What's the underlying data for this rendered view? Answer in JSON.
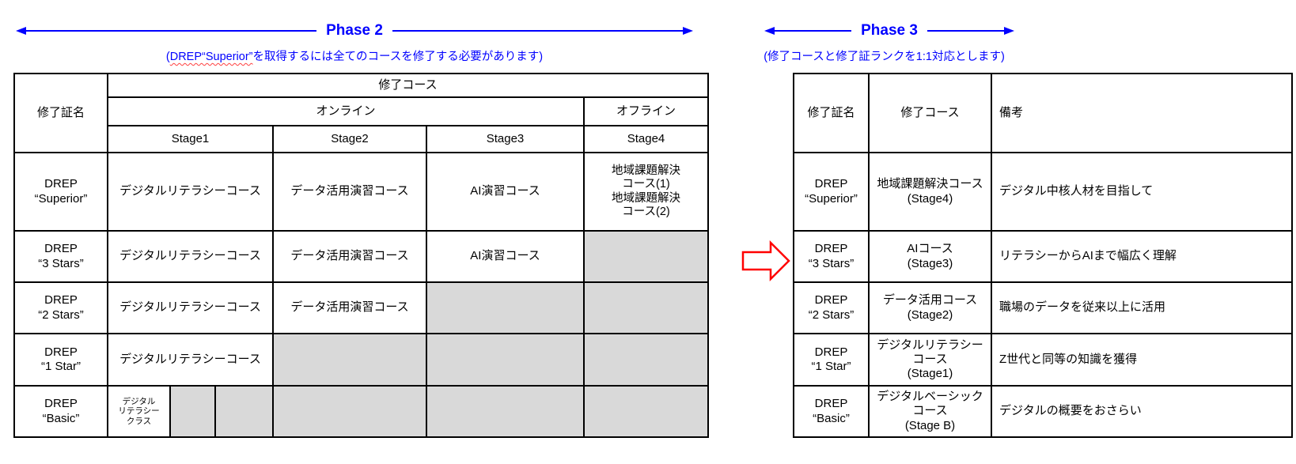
{
  "colors": {
    "accent_blue": "#0000FF",
    "arrow_red": "#FF0000",
    "disabled_gray": "#D9D9D9",
    "border_black": "#000000"
  },
  "phase2": {
    "title": "Phase 2",
    "subtitle_open": "(",
    "subtitle_underlined": "DREP“Superior”",
    "subtitle_rest": "を取得するには全てのコースを修了する必要があります)"
  },
  "phase3": {
    "title": "Phase 3",
    "subtitle": "(修了コースと修了証ランクを1:1対応とします)"
  },
  "left_table": {
    "headers": {
      "cert_name": "修了証名",
      "course": "修了コース",
      "online": "オンライン",
      "offline": "オフライン",
      "stage1": "Stage1",
      "stage2": "Stage2",
      "stage3": "Stage3",
      "stage4": "Stage4"
    },
    "rows": [
      {
        "cert": "DREP\n“Superior”",
        "stage1": "デジタルリテラシーコース",
        "stage2": "データ活用演習コース",
        "stage3": "AI演習コース",
        "stage4": "地域課題解決\nコース(1)\n地域課題解決\nコース(2)"
      },
      {
        "cert": "DREP\n“3 Stars”",
        "stage1": "デジタルリテラシーコース",
        "stage2": "データ活用演習コース",
        "stage3": "AI演習コース",
        "stage4": ""
      },
      {
        "cert": "DREP\n“2 Stars”",
        "stage1": "デジタルリテラシーコース",
        "stage2": "データ活用演習コース",
        "stage3": "",
        "stage4": ""
      },
      {
        "cert": "DREP\n“1 Star”",
        "stage1": "デジタルリテラシーコース",
        "stage2": "",
        "stage3": "",
        "stage4": ""
      },
      {
        "cert": "DREP\n“Basic”",
        "stage1_class": "デジタル\nリテラシー\nクラス",
        "stage2": "",
        "stage3": "",
        "stage4": ""
      }
    ]
  },
  "right_table": {
    "headers": {
      "cert_name": "修了証名",
      "course": "修了コース",
      "remarks": "備考"
    },
    "rows": [
      {
        "cert": "DREP\n“Superior”",
        "course": "地域課題解決コース\n(Stage4)",
        "remarks": "デジタル中核人材を目指して"
      },
      {
        "cert": "DREP\n“3 Stars”",
        "course": "AIコース\n(Stage3)",
        "remarks": "リテラシーからAIまで幅広く理解"
      },
      {
        "cert": "DREP\n“2 Stars”",
        "course": "データ活用コース\n(Stage2)",
        "remarks": "職場のデータを従来以上に活用"
      },
      {
        "cert": "DREP\n“1 Star”",
        "course": "デジタルリテラシーコース\n(Stage1)",
        "remarks": "Z世代と同等の知識を獲得"
      },
      {
        "cert": "DREP\n“Basic”",
        "course": "デジタルベーシックコース\n(Stage B)",
        "remarks": "デジタルの概要をおさらい"
      }
    ]
  }
}
